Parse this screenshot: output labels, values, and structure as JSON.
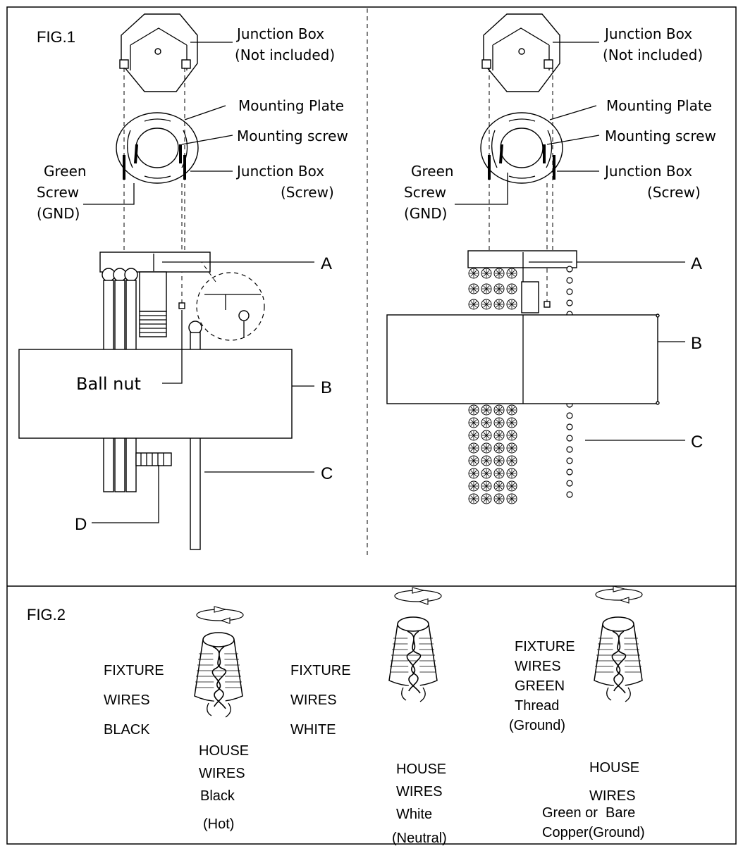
{
  "fig1": {
    "title": "FIG.1",
    "left": {
      "junction_box": [
        "Junction Box",
        "(Not included)"
      ],
      "mounting_plate": "Mounting Plate",
      "mounting_screw": "Mounting screw",
      "junction_box_screw": [
        "Junction Box",
        "(Screw)"
      ],
      "green_screw": [
        "Green",
        "Screw",
        "(GND)"
      ],
      "ball_nut": "Ball nut",
      "callouts": [
        "A",
        "B",
        "C",
        "D"
      ]
    },
    "right": {
      "junction_box": [
        "Junction Box",
        "(Not included)"
      ],
      "mounting_plate": "Mounting Plate",
      "mounting_screw": "Mounting screw",
      "junction_box_screw": [
        "Junction Box",
        "(Screw)"
      ],
      "green_screw": [
        "Green",
        "Screw",
        "(GND)"
      ],
      "callouts": [
        "A",
        "B",
        "C"
      ]
    }
  },
  "fig2": {
    "title": "FIG.2",
    "black": {
      "fixture": [
        "FIXTURE",
        "WIRES",
        "BLACK"
      ],
      "house": [
        "HOUSE",
        "WIRES",
        "Black",
        "(Hot)"
      ]
    },
    "white": {
      "fixture": [
        "FIXTURE",
        "WIRES",
        "WHITE"
      ],
      "house": [
        "HOUSE",
        "WIRES",
        "White",
        "(Neutral)"
      ]
    },
    "ground": {
      "fixture": [
        "FIXTURE",
        "WIRES",
        "GREEN",
        "Thread",
        "(Ground)"
      ],
      "house": [
        "HOUSE",
        "WIRES",
        "Green or  Bare",
        "Copper(Ground)"
      ]
    }
  }
}
